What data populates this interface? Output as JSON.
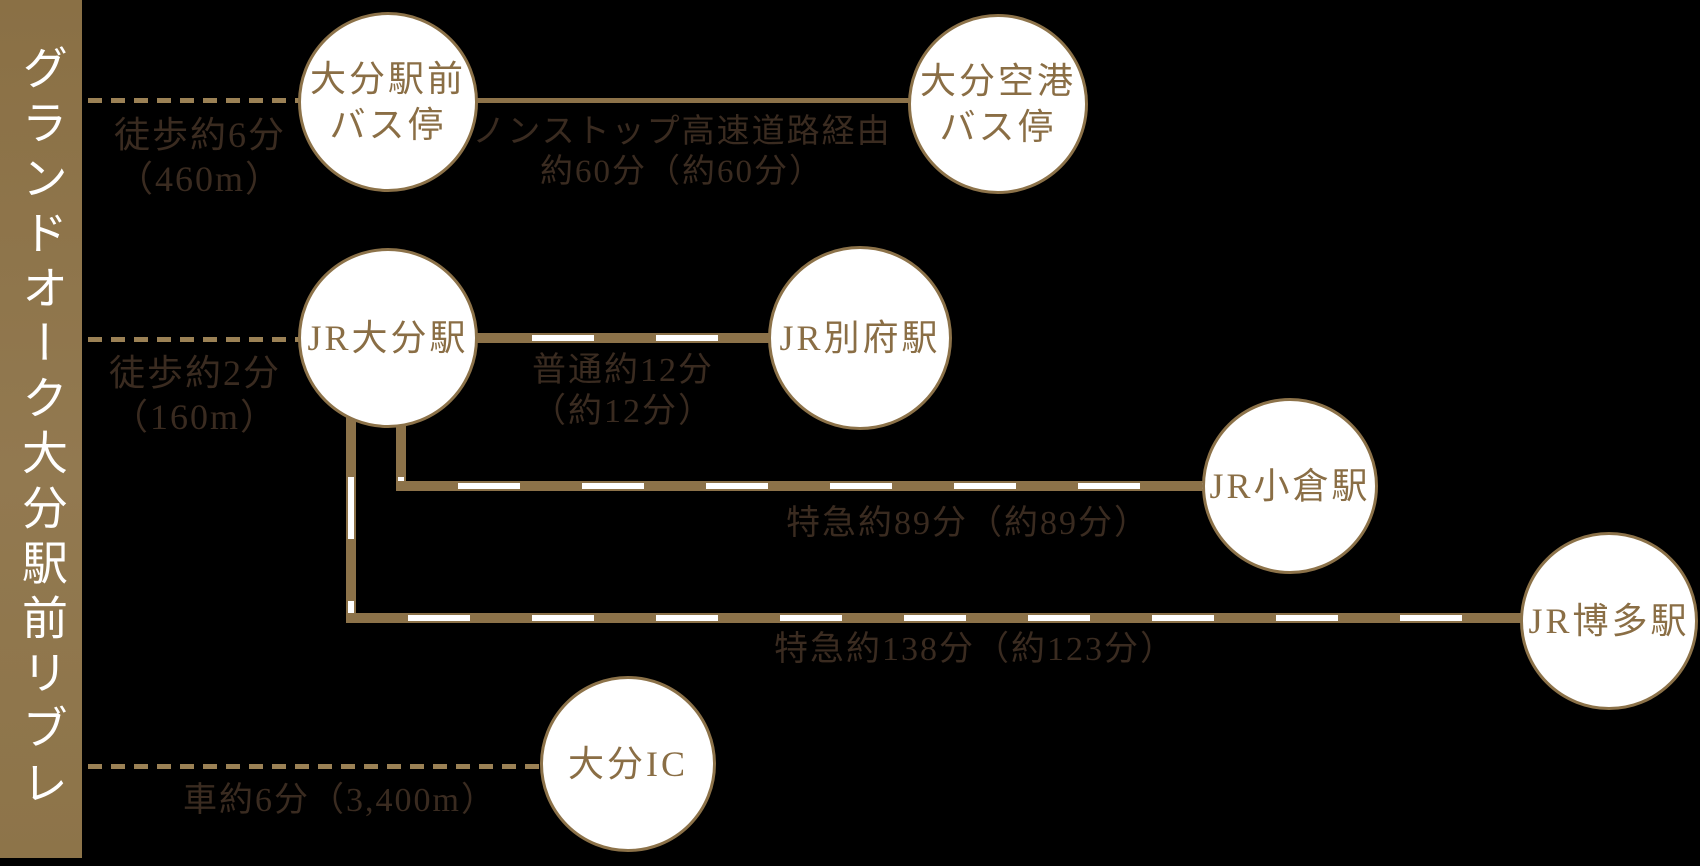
{
  "property": {
    "name": "グランドオーク大分駅前リブレ"
  },
  "colors": {
    "background": "#000000",
    "bar": "#8d7449",
    "gold_line": "#8c7249",
    "dash_line": "#9b8155",
    "station_text": "#8a6e45",
    "label_text": "#3a2b20",
    "circle_fill": "#ffffff",
    "bar_text": "#ffffff"
  },
  "nodes": {
    "oita_station_bus": {
      "line1": "大分駅前",
      "line2": "バス停"
    },
    "oita_airport_bus": {
      "line1": "大分空港",
      "line2": "バス停"
    },
    "jr_oita": {
      "label": "JR大分駅"
    },
    "jr_beppu": {
      "label": "JR別府駅"
    },
    "jr_kokura": {
      "label": "JR小倉駅"
    },
    "jr_hakata": {
      "label": "JR博多駅"
    },
    "oita_ic": {
      "label": "大分IC"
    }
  },
  "routes": {
    "walk_to_bus": {
      "line1": "徒歩約6分",
      "line2": "（460m）"
    },
    "bus_to_airport": {
      "line1": "ノンストップ高速道路経由",
      "line2": "約60分（約60分）"
    },
    "walk_to_jr": {
      "line1": "徒歩約2分",
      "line2": "（160m）"
    },
    "local_to_beppu": {
      "line1": "普通約12分",
      "line2": "（約12分）"
    },
    "express_to_kokura": {
      "label": "特急約89分（約89分）"
    },
    "express_to_hakata": {
      "label": "特急約138分（約123分）"
    },
    "car_to_ic": {
      "label": "車約6分（3,400m）"
    }
  }
}
